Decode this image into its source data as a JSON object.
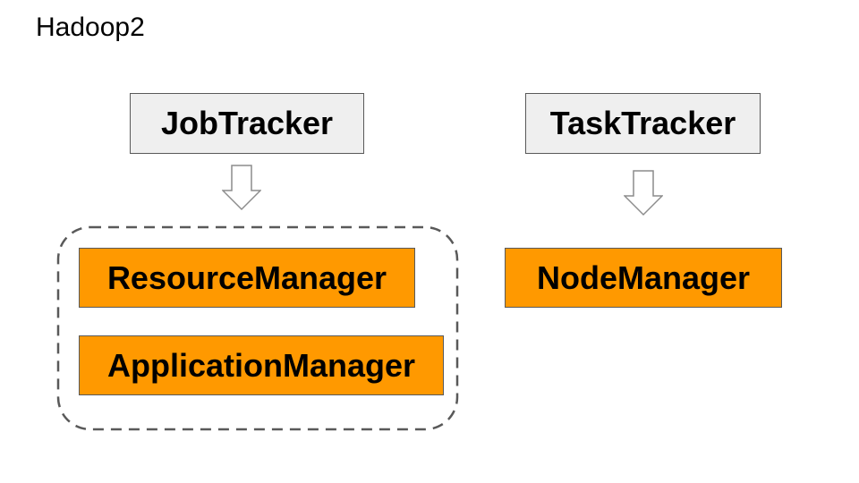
{
  "slide": {
    "title": "Hadoop2"
  },
  "nodes": {
    "job_tracker": "JobTracker",
    "task_tracker": "TaskTracker",
    "resource_manager": "ResourceManager",
    "application_manager": "ApplicationManager",
    "node_manager": "NodeManager"
  },
  "colors": {
    "old_component_fill": "#efefef",
    "new_component_fill": "#ff9900",
    "border": "#595959",
    "group_outline": "#595959"
  },
  "icons": {
    "arrow": "down-arrow-icon"
  }
}
